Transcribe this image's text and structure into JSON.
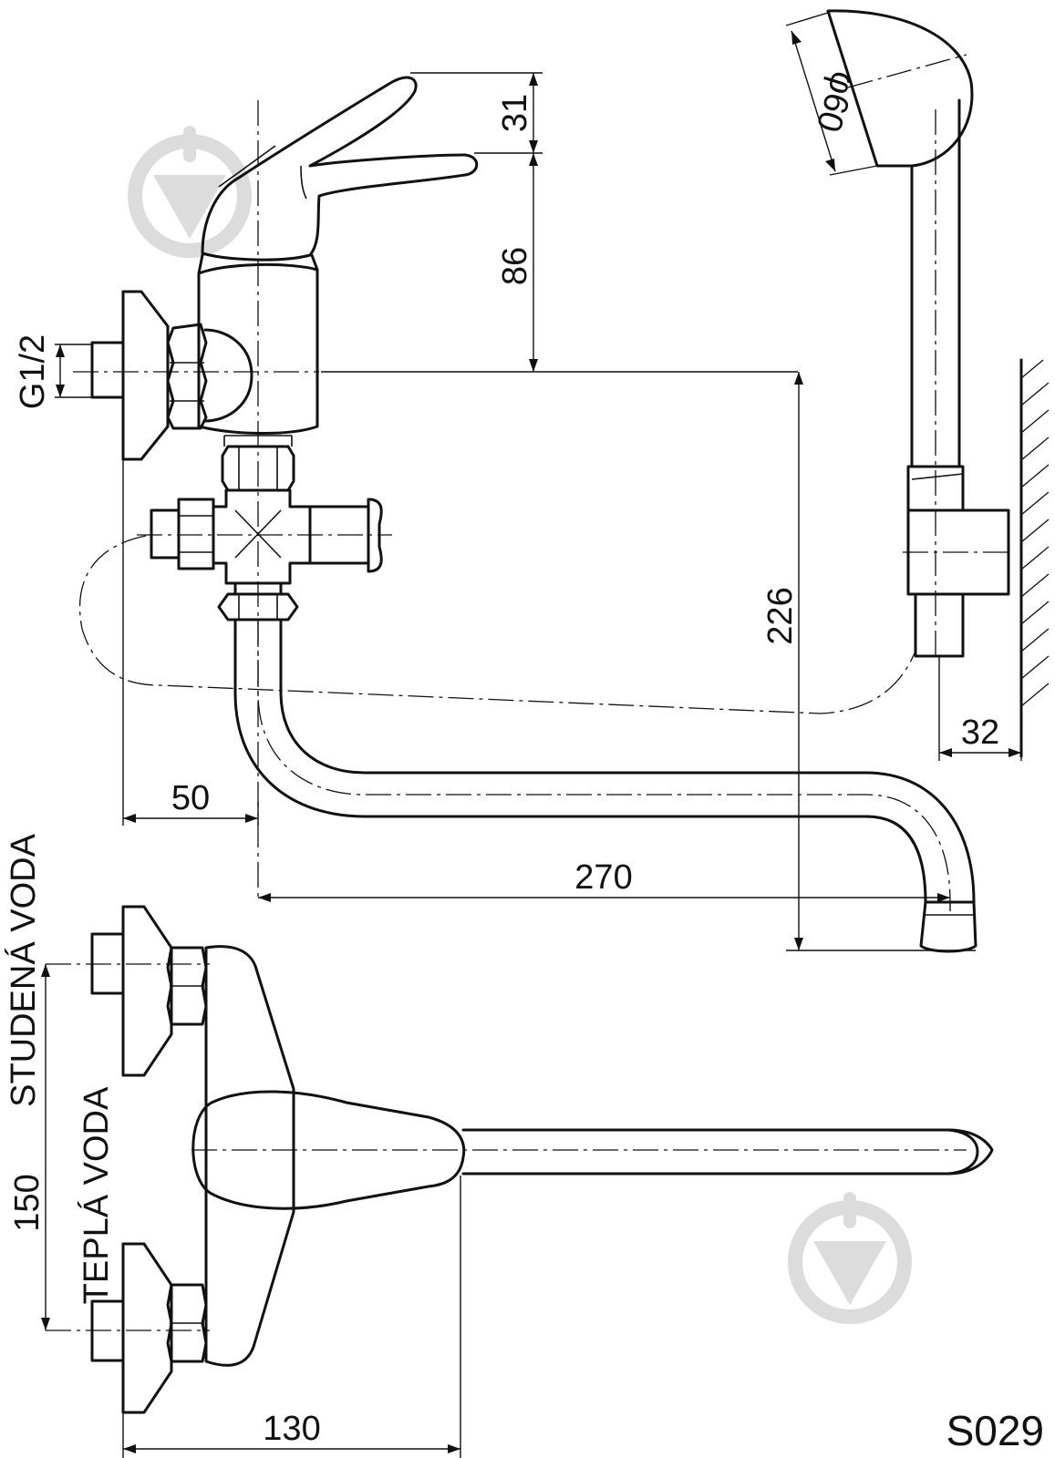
{
  "diagram": {
    "dimensions": {
      "d31": "31",
      "d86": "86",
      "d226": "226",
      "d50": "50",
      "d270": "270",
      "d32": "32",
      "d150": "150",
      "d130": "130",
      "dphi60": "φ60",
      "thread": "G1/2"
    },
    "labels": {
      "cold_water": "STUDENÁ VODA",
      "hot_water": "TEPLÁ VODA"
    },
    "product_code": "S029"
  }
}
